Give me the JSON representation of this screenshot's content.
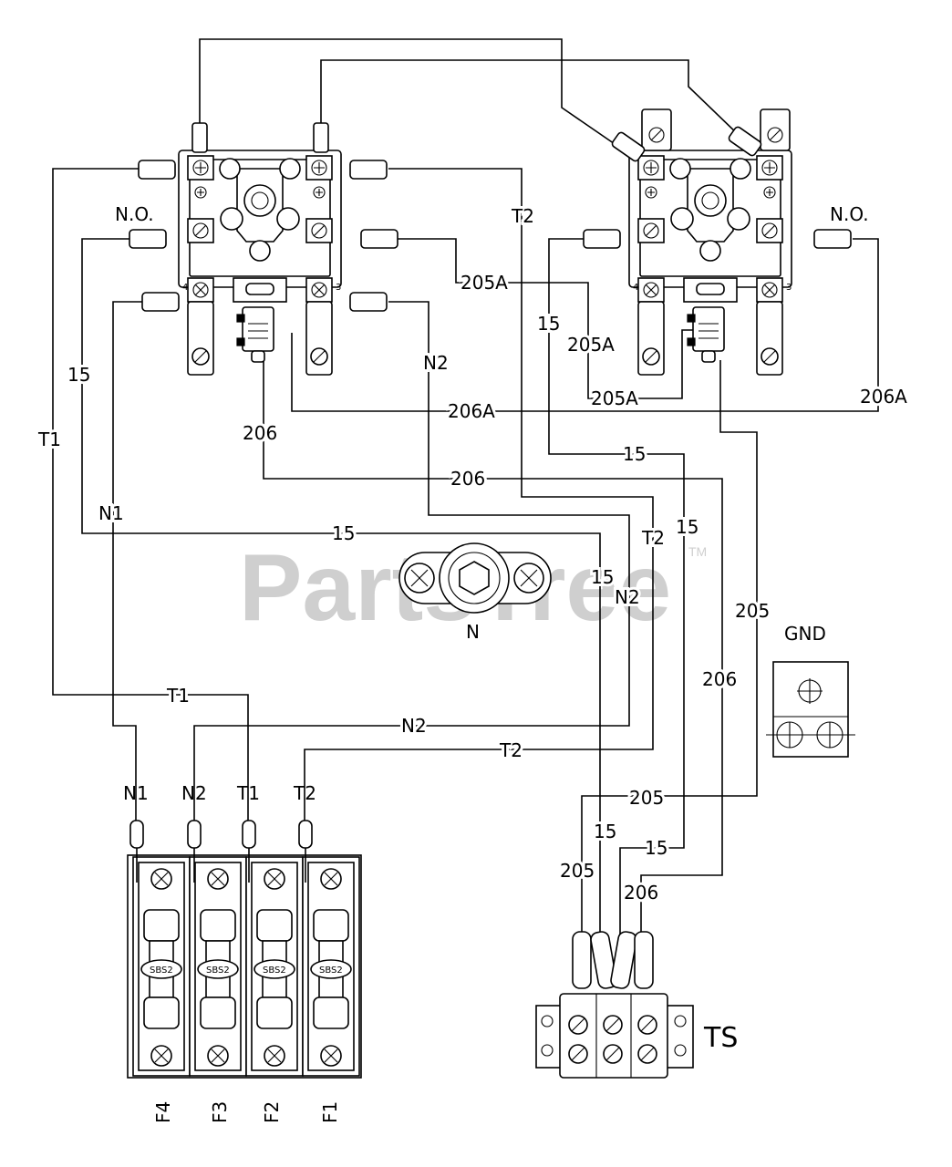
{
  "watermark": {
    "text": "PartsTree",
    "trademark": "TM"
  },
  "relays": {
    "left_label": "N.O.",
    "right_label": "N.O.",
    "terminal_labels": [
      "4",
      "3"
    ]
  },
  "neutral_block": {
    "label": "N"
  },
  "ground": {
    "label": "GND"
  },
  "terminal_strip": {
    "label": "TS"
  },
  "fuses": {
    "names": [
      "F4",
      "F3",
      "F2",
      "F1"
    ],
    "body_text": "SBS2",
    "lead_labels": [
      "N1",
      "N2",
      "T1",
      "T2"
    ]
  },
  "wire_labels": {
    "t2_upper": "T2",
    "w205a_1": "205A",
    "w205a_2": "205A",
    "w205a_3": "205A",
    "w15_right_upper": "15",
    "w15_left": "15",
    "n2_upper": "N2",
    "w206a": "206A",
    "w206a_right": "206A",
    "t1_left": "T1",
    "w206_left": "206",
    "w15_mid": "15",
    "w206_mid": "206",
    "n1_left": "N1",
    "w15_long": "15",
    "t2_mid": "T2",
    "w15_right_2": "15",
    "w15_center": "15",
    "n2_mid": "N2",
    "w205_right": "205",
    "w206_right": "206",
    "t1_lower": "T1",
    "n2_lower": "N2",
    "t2_lower": "T2",
    "w205_lower": "205",
    "w15_lower_a": "15",
    "w15_lower_b": "15",
    "w205_ts": "205",
    "w206_ts": "206"
  }
}
